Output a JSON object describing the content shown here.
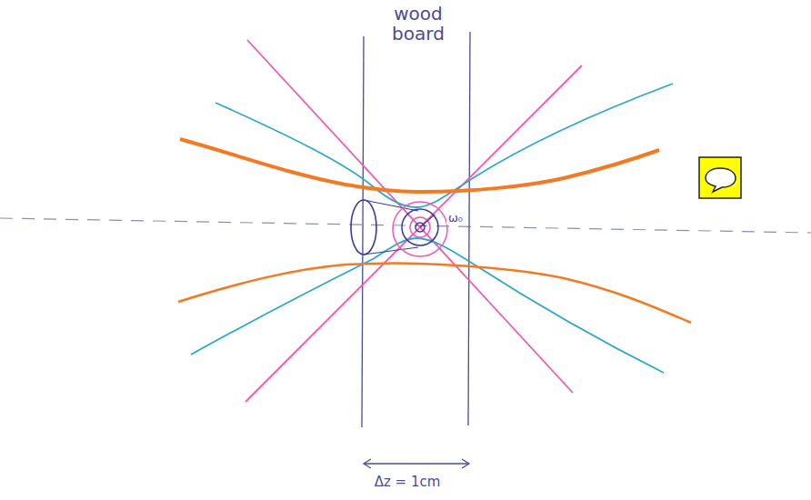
{
  "diagram": {
    "labels": [
      "wood board",
      "ω₀",
      "Δz = 1cm"
    ]
  }
}
